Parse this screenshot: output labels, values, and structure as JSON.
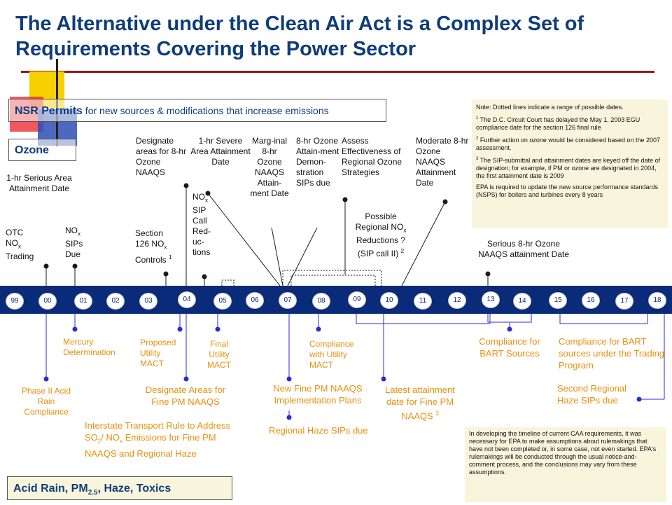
{
  "title": "The Alternative under the Clean Air Act is a Complex Set of Requirements Covering the Power Sector",
  "nsr": {
    "bold": "NSR Permits",
    "rest": " for new sources & modifications that increase emissions"
  },
  "ozone_label": "Ozone",
  "acid_label": {
    "pre": "Acid Rain, PM",
    "sub": "2.5",
    "post": ", Haze, Toxics"
  },
  "years": [
    "99",
    "00",
    "01",
    "02",
    "03",
    "04",
    "05",
    "06",
    "07",
    "08",
    "09",
    "10",
    "11",
    "12",
    "13",
    "14",
    "15",
    "16",
    "17",
    "18"
  ],
  "notes_top": {
    "dotted": "Note: Dotted lines indicate a range of possible dates.",
    "n1_mark": "1",
    "n1": " The D.C. Circuit Court has delayed the May 1, 2003 EGU compliance date for the section 126 final rule",
    "n2_mark": "2",
    "n2": " Further action on ozone would be considered based on the 2007 assessment.",
    "n3_mark": "3",
    "n3": " The SIP-submittal and attainment dates are keyed off the date of designation; for example, if PM or ozone are designated in 2004, the first attainment date is 2009",
    "nsps": "EPA is required to update the new source performance standards (NSPS) for boilers and turbines every 8 years"
  },
  "note_bottom": "In developing the timeline of current CAA requirements, it was necessary for EPA to make assumptions about rulemakings that have not been completed or, in some case, not even started. EPA's rulemakings will be conducted through the usual notice-and-comment process, and the conclusions may vary from these assumptions.",
  "ozone_labels": {
    "serious_1hr": "1-hr Serious Area Attainment Date",
    "otc": {
      "l1": "OTC",
      "l2a": "NO",
      "l2sub": "x",
      "l3": "Trading"
    },
    "nox_sips": {
      "l1a": "NO",
      "l1sub": "x",
      "l2": "SIPs",
      "l3": "Due"
    },
    "section126": {
      "l1": "Section",
      "l2a": "126 NO",
      "l2sub": "x",
      "l3a": "Controls ",
      "l3sup": "1"
    },
    "designate_8hr": "Designate areas for 8-hr Ozone NAAQS",
    "severe_1hr": "1-hr Severe Area Attainment Date",
    "nox_sip_call": {
      "l1a": "NO",
      "l1sub": "x",
      "rest": "SIP Call Red-uc-tions"
    },
    "marginal": "Marg-inal 8-hr Ozone NAAQS Attain-ment Date",
    "demonstration": "8-hr Ozone Attain-ment Demon-stration SIPs due",
    "assess": "Assess Effectiveness of Regional Ozone Strategies",
    "possible_nox": {
      "l1": "Possible",
      "l2a": "Regional NO",
      "l2sub": "x",
      "l3": "Reductions ?",
      "l4a": "(SIP call II) ",
      "l4sup": "2"
    },
    "moderate": "Moderate 8-hr Ozone NAAQS Attainment Date",
    "serious_8hr": "Serious 8-hr Ozone NAAQS attainment Date"
  },
  "lower_labels": {
    "mercury": "Mercury Determination",
    "proposed_mact": "Proposed Utility MACT",
    "final_mact": "Final Utility MACT",
    "compliance_mact": "Compliance with Utility MACT",
    "phase2": "Phase II Acid Rain Compliance",
    "designate_pm": "Designate Areas for Fine PM NAAQS",
    "new_pm": "New Fine PM NAAQS Implementation Plans",
    "latest_pm": {
      "text": "Latest attainment date for Fine PM NAAQS ",
      "sup": "3"
    },
    "transport": {
      "l1": "Interstate Transport Rule to Address",
      "l2a": "SO",
      "l2sub1": "2",
      "l2b": "/ NO",
      "l2sub2": "x",
      "l2c": " Emissions for Fine PM",
      "l3": "NAAQS and Regional Haze"
    },
    "regional_haze": "Regional Haze SIPs due",
    "bart_sources": "Compliance for BART Sources",
    "bart_trading": "Compliance for BART sources under the Trading Program",
    "second_haze": "Second Regional Haze SIPs due"
  }
}
